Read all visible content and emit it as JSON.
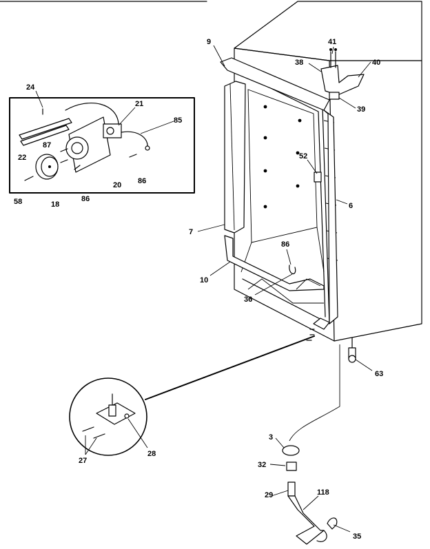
{
  "callouts": {
    "c9": "9",
    "c41": "41",
    "c38": "38",
    "c40": "40",
    "c39": "39",
    "c24": "24",
    "c21": "21",
    "c85": "85",
    "c87": "87",
    "c22": "22",
    "c20": "20",
    "c86a": "86",
    "c58": "58",
    "c18": "18",
    "c86b": "86",
    "c52": "52",
    "c6": "6",
    "c7": "7",
    "c86c": "86",
    "c10": "10",
    "c36": "36",
    "c63": "63",
    "c28": "28",
    "c27": "27",
    "c3": "3",
    "c32": "32",
    "c29": "29",
    "c118": "118",
    "c35": "35"
  }
}
